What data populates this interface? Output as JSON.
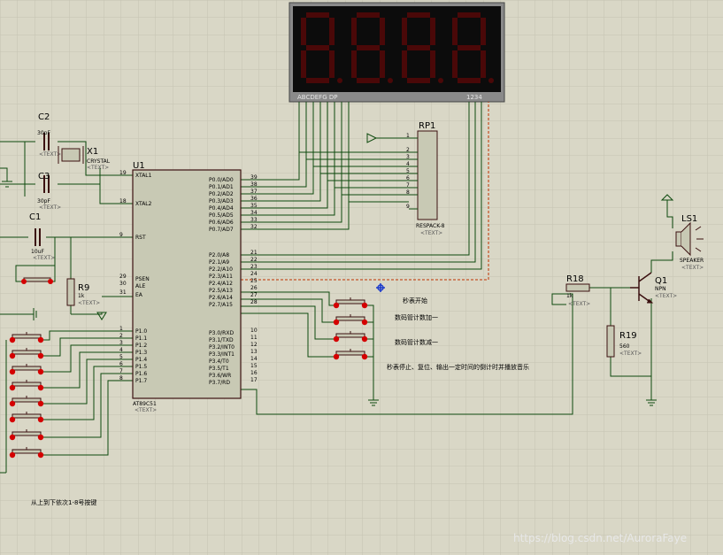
{
  "display": {
    "digits": [
      "8",
      "8",
      "8",
      "8"
    ],
    "seg_label": "ABCDEFG  DP",
    "digit_label": "1234"
  },
  "components": {
    "C2": {
      "ref": "C2",
      "value": "30pF",
      "text": "<TEXT>"
    },
    "C3": {
      "ref": "C3",
      "value": "30pF",
      "text": "<TEXT>"
    },
    "X1": {
      "ref": "X1",
      "value": "CRYSTAL",
      "text": "<TEXT>"
    },
    "C1": {
      "ref": "C1",
      "value": "10uF",
      "text": "<TEXT>"
    },
    "R9": {
      "ref": "R9",
      "value": "1k",
      "text": "<TEXT>"
    },
    "U1": {
      "ref": "U1",
      "value": "AT89C51",
      "text": "<TEXT>"
    },
    "RP1": {
      "ref": "RP1",
      "value": "RESPACK-8",
      "text": "<TEXT>"
    },
    "R18": {
      "ref": "R18",
      "value": "1k",
      "text": "<TEXT>"
    },
    "R19": {
      "ref": "R19",
      "value": "560",
      "text": "<TEXT>"
    },
    "Q1": {
      "ref": "Q1",
      "value": "NPN",
      "text": "<TEXT>"
    },
    "LS1": {
      "ref": "LS1",
      "value": "SPEAKER",
      "text": "<TEXT>"
    }
  },
  "u1_left_pins": [
    {
      "num": "19",
      "name": "XTAL1"
    },
    {
      "num": "18",
      "name": "XTAL2"
    },
    {
      "num": "9",
      "name": "RST"
    },
    {
      "num": "29",
      "name": "PSEN"
    },
    {
      "num": "30",
      "name": "ALE"
    },
    {
      "num": "31",
      "name": "EA"
    },
    {
      "num": "1",
      "name": "P1.0"
    },
    {
      "num": "2",
      "name": "P1.1"
    },
    {
      "num": "3",
      "name": "P1.2"
    },
    {
      "num": "4",
      "name": "P1.3"
    },
    {
      "num": "5",
      "name": "P1.4"
    },
    {
      "num": "6",
      "name": "P1.5"
    },
    {
      "num": "7",
      "name": "P1.6"
    },
    {
      "num": "8",
      "name": "P1.7"
    }
  ],
  "u1_right_pins": [
    {
      "num": "39",
      "name": "P0.0/AD0"
    },
    {
      "num": "38",
      "name": "P0.1/AD1"
    },
    {
      "num": "37",
      "name": "P0.2/AD2"
    },
    {
      "num": "36",
      "name": "P0.3/AD3"
    },
    {
      "num": "35",
      "name": "P0.4/AD4"
    },
    {
      "num": "34",
      "name": "P0.5/AD5"
    },
    {
      "num": "33",
      "name": "P0.6/AD6"
    },
    {
      "num": "32",
      "name": "P0.7/AD7"
    },
    {
      "num": "21",
      "name": "P2.0/A8"
    },
    {
      "num": "22",
      "name": "P2.1/A9"
    },
    {
      "num": "23",
      "name": "P2.2/A10"
    },
    {
      "num": "24",
      "name": "P2.3/A11"
    },
    {
      "num": "25",
      "name": "P2.4/A12"
    },
    {
      "num": "26",
      "name": "P2.5/A13"
    },
    {
      "num": "27",
      "name": "P2.6/A14"
    },
    {
      "num": "28",
      "name": "P2.7/A15"
    },
    {
      "num": "10",
      "name": "P3.0/RXD"
    },
    {
      "num": "11",
      "name": "P3.1/TXD"
    },
    {
      "num": "12",
      "name": "P3.2/INT0"
    },
    {
      "num": "13",
      "name": "P3.3/INT1"
    },
    {
      "num": "14",
      "name": "P3.4/T0"
    },
    {
      "num": "15",
      "name": "P3.5/T1"
    },
    {
      "num": "16",
      "name": "P3.6/WR"
    },
    {
      "num": "17",
      "name": "P3.7/RD"
    }
  ],
  "rp1_pins": [
    "1",
    "2",
    "3",
    "4",
    "5",
    "6",
    "7",
    "8",
    "9"
  ],
  "notes": {
    "btn1": "秒表开始",
    "btn2": "数码管计数加一",
    "btn3": "数码管计数减一",
    "btn4": "秒表停止、复位、输出一定时间的倒计时并播放音乐",
    "bottom_left": "从上到下依次1-8号按键"
  },
  "watermark": "https://blog.csdn.net/AuroraFaye"
}
